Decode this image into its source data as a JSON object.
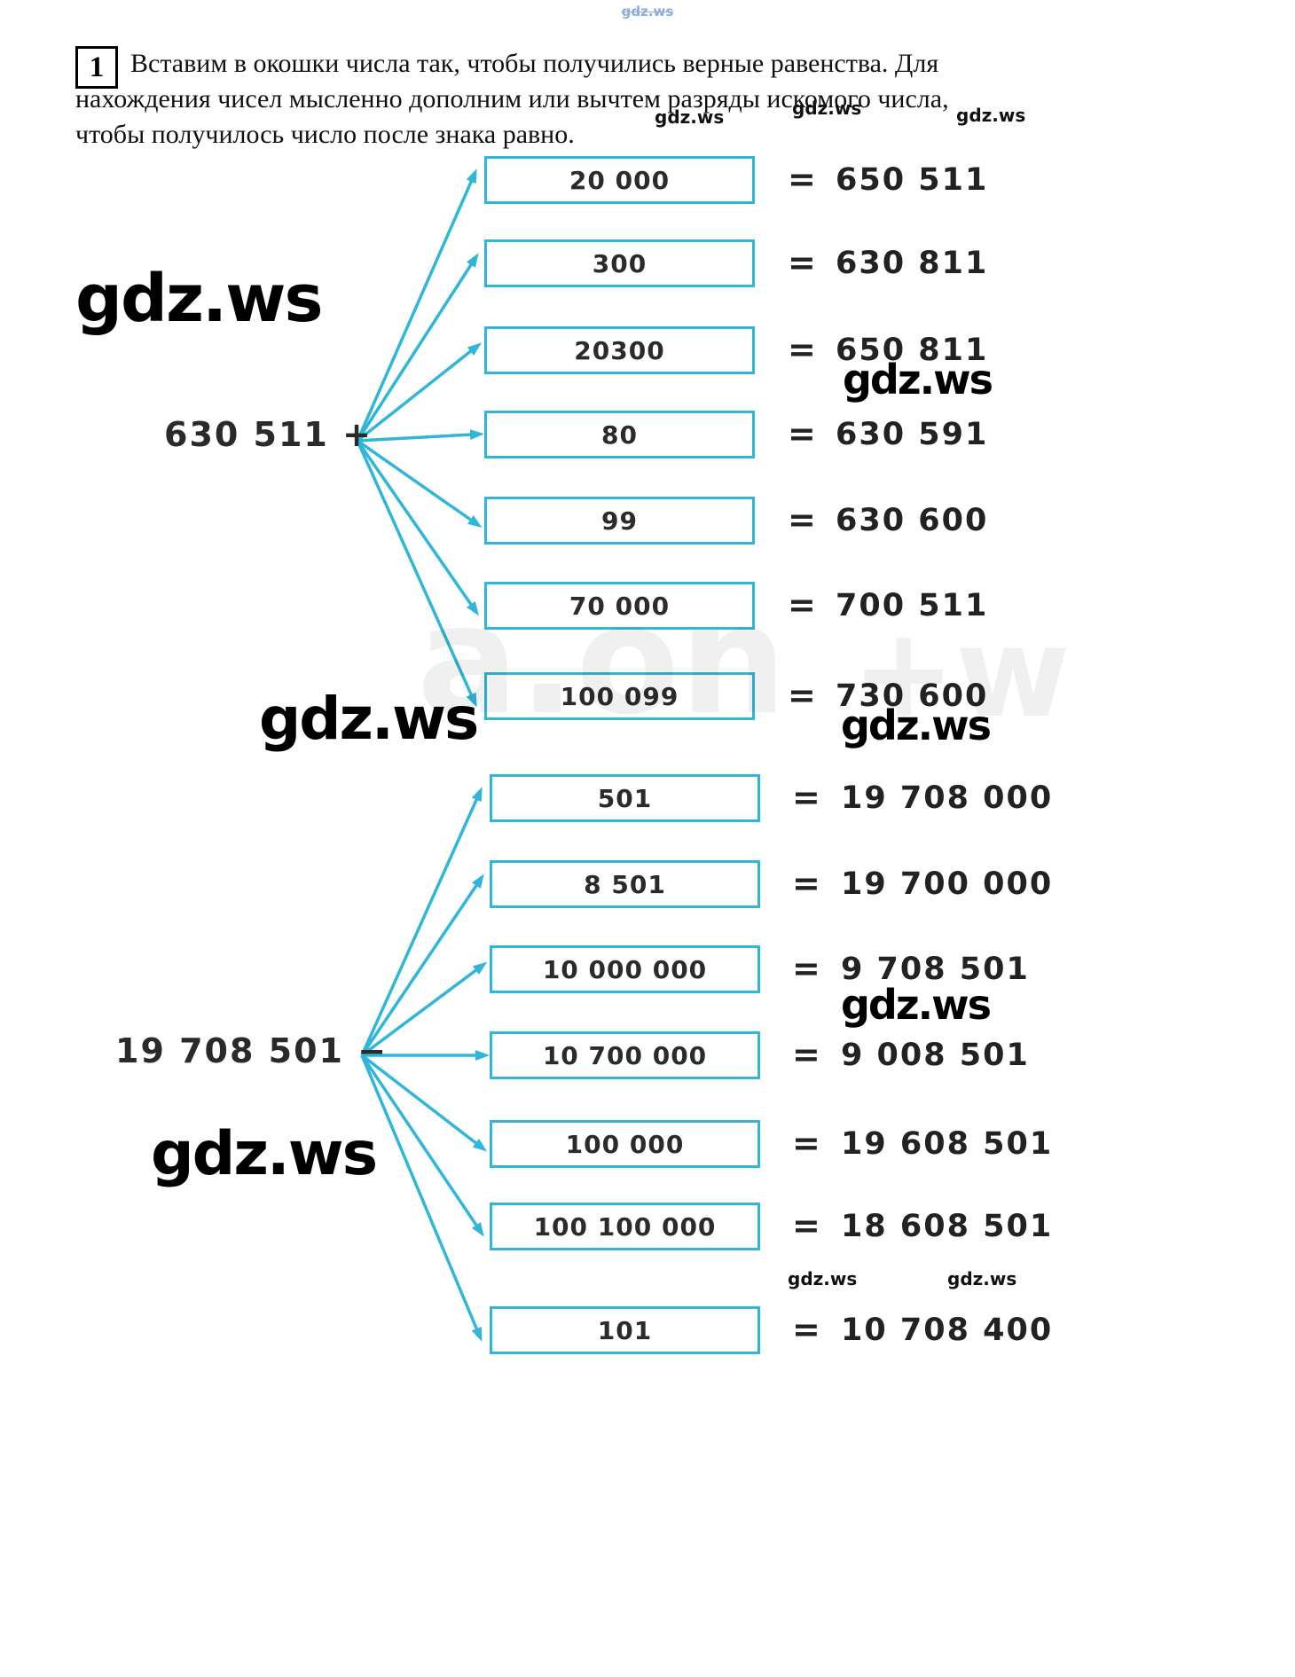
{
  "watermark": {
    "text": "gdz.ws",
    "faint_left": "a.on",
    "faint_right": "+w"
  },
  "problem": {
    "number": "1",
    "line1": "Вставим в окошки числа так, чтобы получились верные равенства. Для",
    "line2": "нахождения чисел мысленно дополним или вычтем разряды искомого числа,",
    "line3": "чтобы получилось число после знака равно."
  },
  "equals_sign": "=",
  "fans": [
    {
      "source": "630 511",
      "operator": "+",
      "rows": [
        {
          "value": "20 000",
          "result": "650 511"
        },
        {
          "value": "300",
          "result": "630 811"
        },
        {
          "value": "20300",
          "result": "650 811"
        },
        {
          "value": "80",
          "result": "630 591"
        },
        {
          "value": "99",
          "result": "630 600"
        },
        {
          "value": "70 000",
          "result": "700 511"
        },
        {
          "value": "100 099",
          "result": "730 600"
        }
      ]
    },
    {
      "source": "19 708 501",
      "operator": "−",
      "rows": [
        {
          "value": "501",
          "result": "19 708 000"
        },
        {
          "value": "8 501",
          "result": "19 700 000"
        },
        {
          "value": "10 000 000",
          "result": "9 708 501"
        },
        {
          "value": "10 700 000",
          "result": "9 008 501"
        },
        {
          "value": "100 000",
          "result": "19 608 501"
        },
        {
          "value": "100 100 000",
          "result": "18 608 501"
        },
        {
          "value": "101",
          "result": "10 708 400"
        }
      ]
    }
  ]
}
